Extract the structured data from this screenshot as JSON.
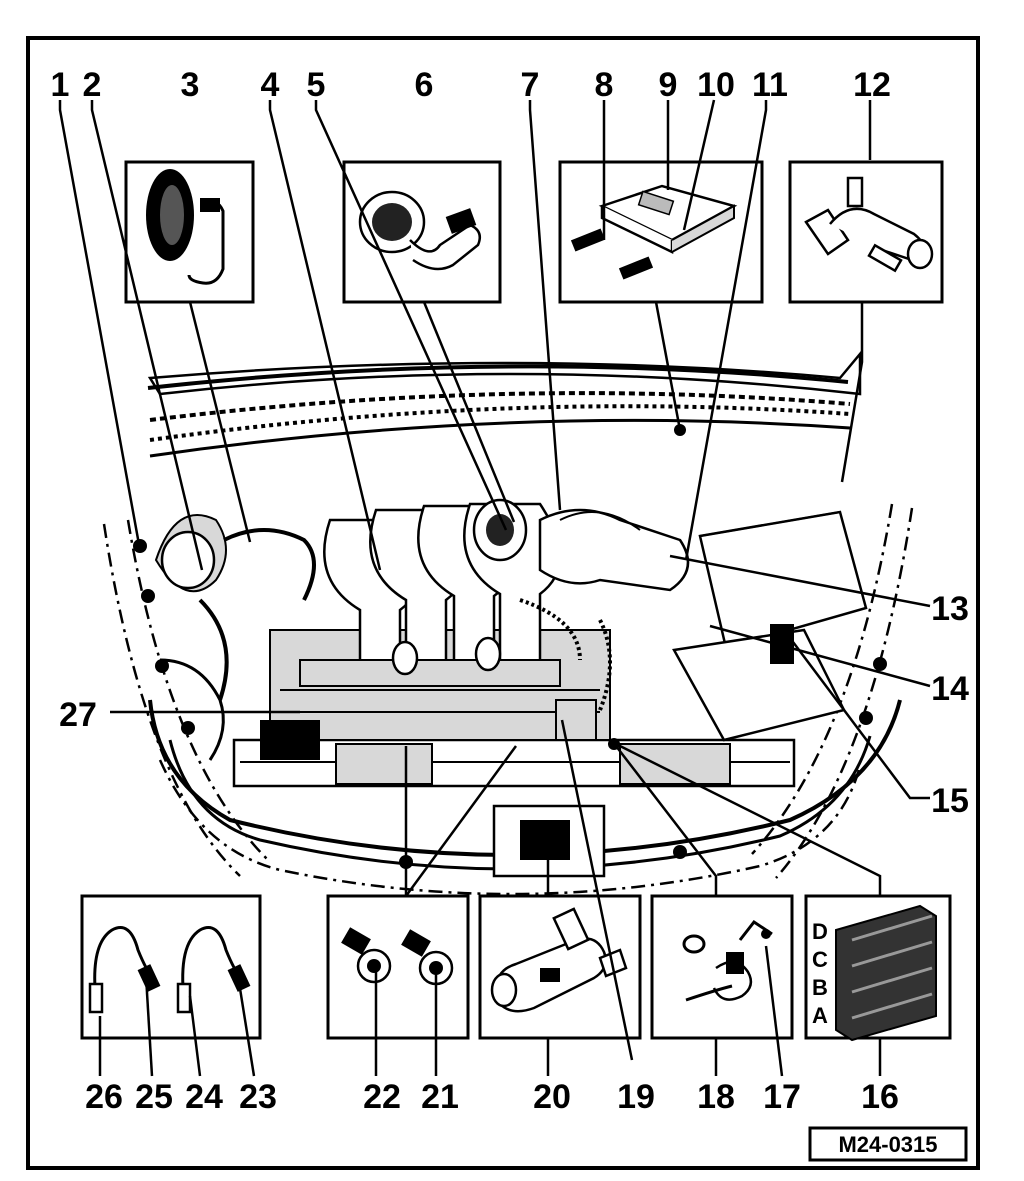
{
  "figure": {
    "reference_code": "M24-0315",
    "callouts": [
      {
        "id": "1",
        "text": "1"
      },
      {
        "id": "2",
        "text": "2"
      },
      {
        "id": "3",
        "text": "3"
      },
      {
        "id": "4",
        "text": "4"
      },
      {
        "id": "5",
        "text": "5"
      },
      {
        "id": "6",
        "text": "6"
      },
      {
        "id": "7",
        "text": "7"
      },
      {
        "id": "8",
        "text": "8"
      },
      {
        "id": "9",
        "text": "9"
      },
      {
        "id": "10",
        "text": "10"
      },
      {
        "id": "11",
        "text": "11"
      },
      {
        "id": "12",
        "text": "12"
      },
      {
        "id": "13",
        "text": "13"
      },
      {
        "id": "14",
        "text": "14"
      },
      {
        "id": "15",
        "text": "15"
      },
      {
        "id": "16",
        "text": "16"
      },
      {
        "id": "17",
        "text": "17"
      },
      {
        "id": "18",
        "text": "18"
      },
      {
        "id": "19",
        "text": "19"
      },
      {
        "id": "20",
        "text": "20"
      },
      {
        "id": "21",
        "text": "21"
      },
      {
        "id": "22",
        "text": "22"
      },
      {
        "id": "23",
        "text": "23"
      },
      {
        "id": "24",
        "text": "24"
      },
      {
        "id": "25",
        "text": "25"
      },
      {
        "id": "26",
        "text": "26"
      },
      {
        "id": "27",
        "text": "27"
      }
    ],
    "coil_pack_letters": [
      "D",
      "C",
      "B",
      "A"
    ]
  }
}
